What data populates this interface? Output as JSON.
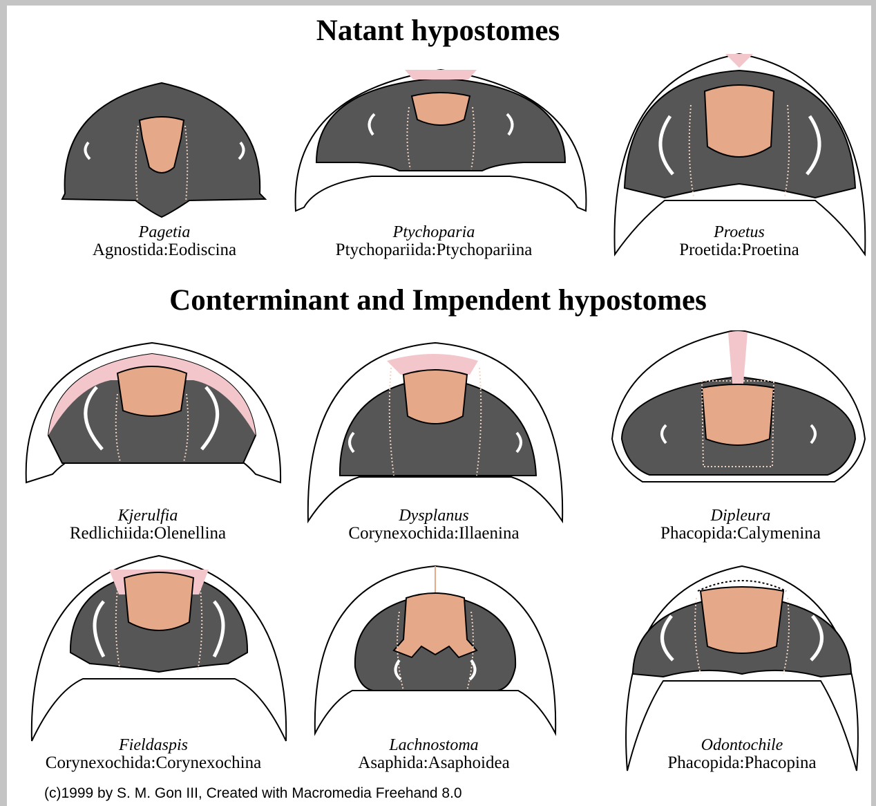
{
  "titles": {
    "natant": "Natant hypostomes",
    "conterminant_impendent": "Conterminant and Impendent hypostomes"
  },
  "specimens": [
    {
      "genus": "Pagetia",
      "taxon": "Agnostida:Eodiscina"
    },
    {
      "genus": "Ptychoparia",
      "taxon": "Ptychopariida:Ptychopariina"
    },
    {
      "genus": "Proetus",
      "taxon": "Proetida:Proetina"
    },
    {
      "genus": "Kjerulfia",
      "taxon": "Redlichiida:Olenellina"
    },
    {
      "genus": "Dysplanus",
      "taxon": "Corynexochida:Illaenina"
    },
    {
      "genus": "Dipleura",
      "taxon": "Phacopida:Calymenina"
    },
    {
      "genus": "Fieldaspis",
      "taxon": "Corynexochida:Corynexochina"
    },
    {
      "genus": "Lachnostoma",
      "taxon": "Asaphida:Asaphoidea"
    },
    {
      "genus": "Odontochile",
      "taxon": "Phacopida:Phacopina"
    }
  ],
  "credit": "(c)1999 by S. M. Gon III, Created with Macromedia Freehand 8.0",
  "colors": {
    "background": "#c4c4c4",
    "cephalon_gray": "#565656",
    "hypostome": "#e5a888",
    "rostral_pink": "#f3c6cc",
    "outline": "#000000"
  }
}
